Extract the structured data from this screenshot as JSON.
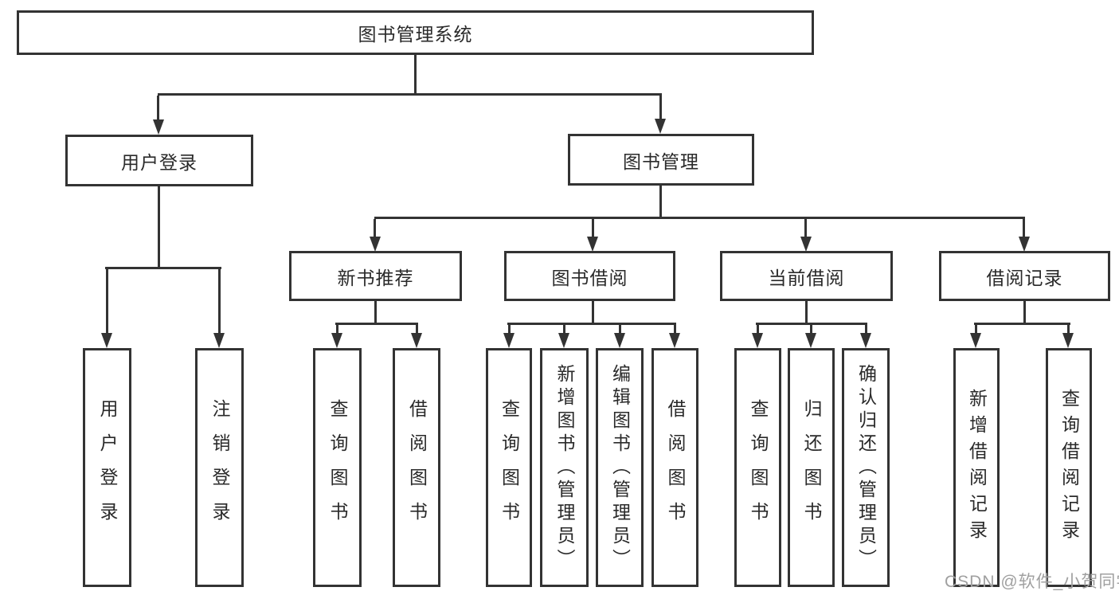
{
  "nodes": {
    "root": "图书管理系统",
    "user_login": "用户登录",
    "book_mgmt": "图书管理",
    "new_book": "新书推荐",
    "book_borrow": "图书借阅",
    "current_borrow": "当前借阅",
    "borrow_records": "借阅记录",
    "leaf_user_login": "用户登录",
    "leaf_logout": "注销登录",
    "leaf_nb_query": "查询图书",
    "leaf_nb_borrow": "借阅图书",
    "leaf_bb_query": "查询图书",
    "leaf_bb_add": "新增图书（管理员）",
    "leaf_bb_edit": "编辑图书（管理员）",
    "leaf_bb_borrow": "借阅图书",
    "leaf_cb_query": "查询图书",
    "leaf_cb_return": "归还图书",
    "leaf_cb_confirm": "确认归还（管理员）",
    "leaf_br_add": "新增借阅记录",
    "leaf_br_query": "查询借阅记录"
  },
  "watermark": {
    "text": "CSDN @软件_小贺同学"
  },
  "colors": {
    "line": "#333333",
    "background": "#ffffff",
    "text": "#2a2a2a",
    "watermark": "#a0a0a0"
  }
}
